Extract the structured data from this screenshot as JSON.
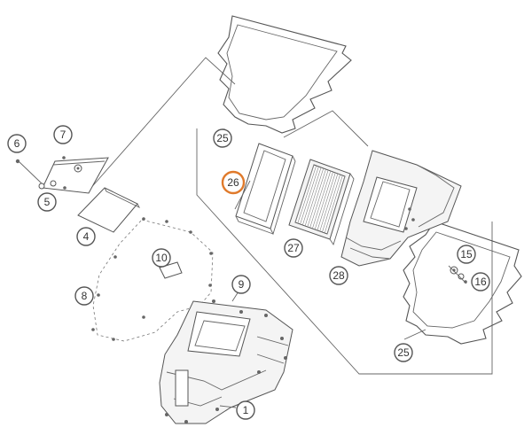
{
  "highlight_color": "#e07a2b",
  "highlighted_part": "26",
  "callouts": [
    {
      "id": "c1",
      "label": "1"
    },
    {
      "id": "c4",
      "label": "4"
    },
    {
      "id": "c5",
      "label": "5"
    },
    {
      "id": "c6",
      "label": "6"
    },
    {
      "id": "c7",
      "label": "7"
    },
    {
      "id": "c8",
      "label": "8"
    },
    {
      "id": "c9",
      "label": "9"
    },
    {
      "id": "c10",
      "label": "10"
    },
    {
      "id": "c15",
      "label": "15"
    },
    {
      "id": "c16",
      "label": "16"
    },
    {
      "id": "c25a",
      "label": "25"
    },
    {
      "id": "c25b",
      "label": "25"
    },
    {
      "id": "c26",
      "label": "26"
    },
    {
      "id": "c27",
      "label": "27"
    },
    {
      "id": "c28",
      "label": "28"
    }
  ]
}
